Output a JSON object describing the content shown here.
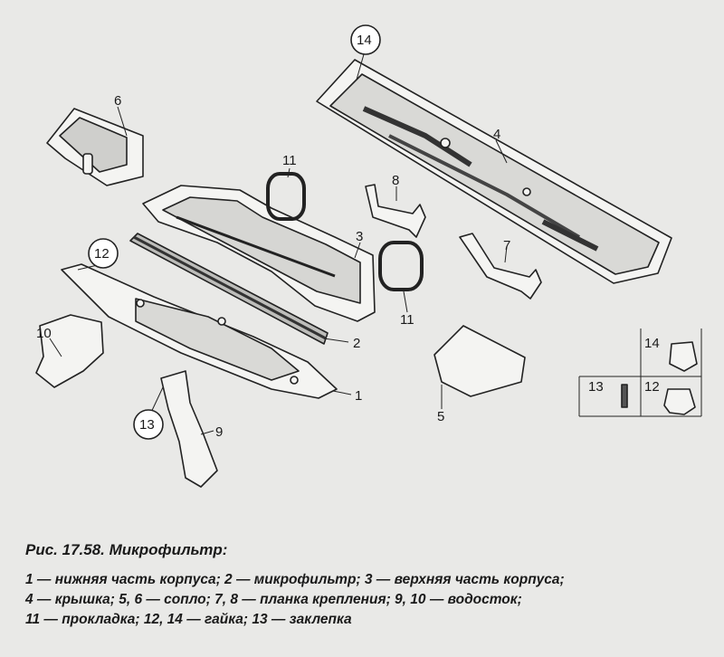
{
  "caption": {
    "title": "Рис. 17.58. Микрофильтр:",
    "lines": [
      "1 — нижняя часть корпуса; 2 — микрофильтр; 3 — верхняя часть корпуса;",
      "4 — крышка; 5, 6 — сопло; 7, 8 — планка крепления; 9, 10 — водосток;",
      "11 — прокладка; 12, 14 — гайка; 13 — заклепка"
    ]
  },
  "labels": {
    "l1": "1",
    "l2": "2",
    "l3": "3",
    "l4": "4",
    "l5": "5",
    "l6": "6",
    "l7": "7",
    "l8": "8",
    "l9": "9",
    "l10": "10",
    "l11a": "11",
    "l11b": "11",
    "l12": "12",
    "l13": "13",
    "l14": "14",
    "inset14": "14",
    "inset13": "13",
    "inset12": "12"
  }
}
